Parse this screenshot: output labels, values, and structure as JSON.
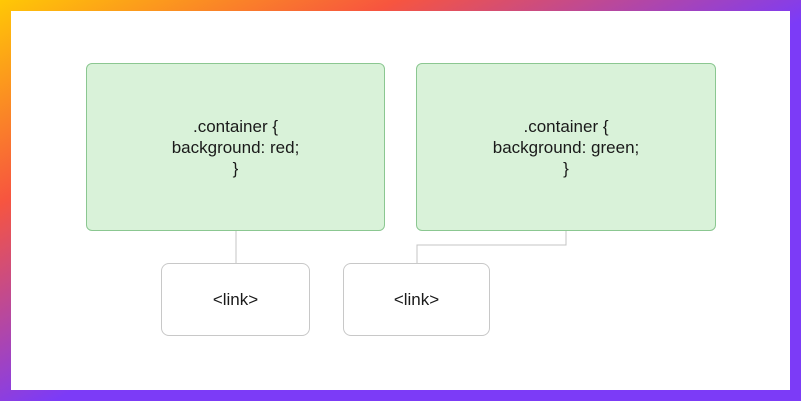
{
  "colors": {
    "frame-start": "#ffc805",
    "frame-mid": "#f7553f",
    "frame-end": "#7c3bf7",
    "node-fill": "#d9f2d9",
    "node-border": "#8bc791",
    "link-fill": "#ffffff",
    "link-border": "#c8c8c8",
    "connector": "#c4c4c4",
    "text": "#1a1a1a",
    "canvas": "#ffffff"
  },
  "diagram": {
    "style_nodes": [
      {
        "lines": [
          ".container {",
          "background: red;",
          "}"
        ]
      },
      {
        "lines": [
          ".container {",
          "background: green;",
          "}"
        ]
      }
    ],
    "link_nodes": [
      {
        "label": "<link>"
      },
      {
        "label": "<link>"
      }
    ]
  }
}
